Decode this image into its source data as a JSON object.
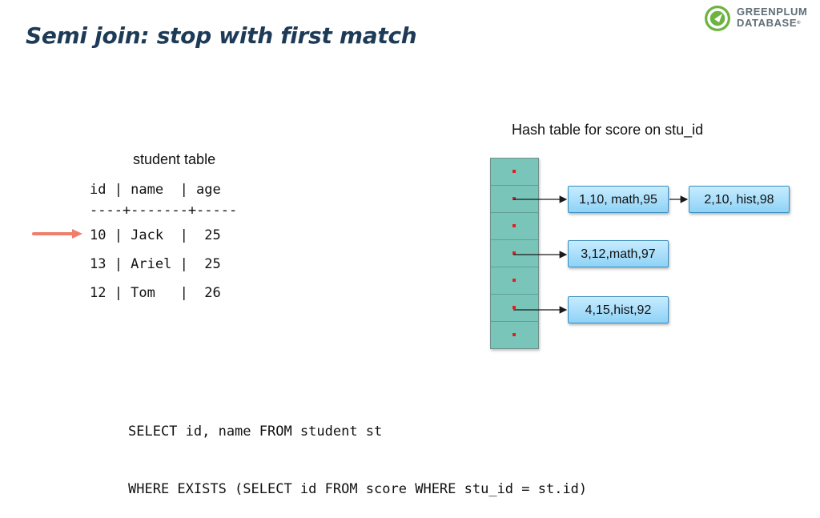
{
  "slide": {
    "title": "Semi join: stop with first match"
  },
  "logo": {
    "line1": "GREENPLUM",
    "line2": "DATABASE",
    "trademark": "®"
  },
  "student_table": {
    "caption": "student table",
    "header": "id | name  | age",
    "separator": "----+-------+-----",
    "rows": [
      "10 | Jack  |  25",
      "13 | Ariel |  25",
      "12 | Tom   |  26"
    ]
  },
  "hash_table": {
    "caption": "Hash table for score on stu_id",
    "bucket_count": 7,
    "entries": {
      "e1": "1,10, math,95",
      "e2": "2,10, hist,98",
      "e3": "3,12,math,97",
      "e4": "4,15,hist,92"
    }
  },
  "sql": {
    "line1": "SELECT id, name FROM student st",
    "line2": "WHERE EXISTS (SELECT id FROM score WHERE stu_id = st.id)"
  },
  "colors": {
    "title": "#1d3a57",
    "bucket": "#79c5ba",
    "entry": "#a9def9",
    "pointer_arrow": "#ef7f6c",
    "logo_green": "#6cb33f"
  }
}
